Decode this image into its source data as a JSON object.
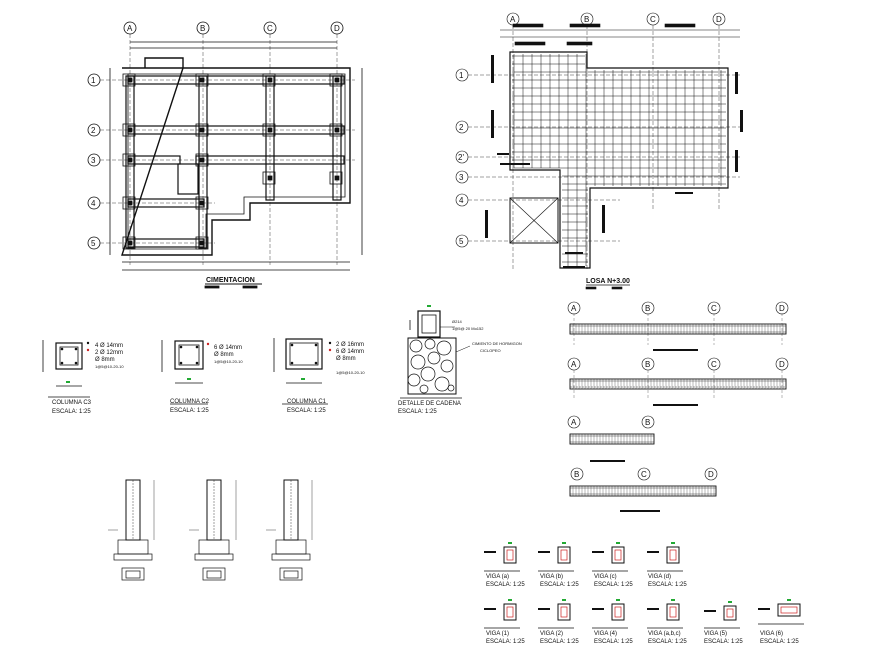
{
  "colors": {
    "ink": "#111111",
    "accent_red": "#cc2222",
    "accent_green": "#22aa33",
    "bg": "#ffffff"
  },
  "foundation_plan": {
    "title": "CIMENTACION",
    "grid_columns": [
      "A",
      "B",
      "C",
      "D"
    ],
    "grid_rows": [
      "1",
      "2",
      "3",
      "4",
      "5"
    ]
  },
  "slab_plan": {
    "title": "LOSA N+3.00",
    "grid_columns": [
      "A",
      "B",
      "C",
      "D"
    ],
    "grid_rows": [
      "1",
      "2",
      "2'",
      "3",
      "4",
      "5"
    ]
  },
  "columns": [
    {
      "title": "COLUMNA C3",
      "scale": "ESCALA:  1:25",
      "specs": [
        "4 Ø 14mm",
        "2 Ø 12mm",
        "Ø 8mm",
        "1@5@10-20-10"
      ]
    },
    {
      "title": "COLUMNA C2",
      "scale": "ESCALA:  1:25",
      "specs": [
        "6 Ø 14mm",
        "Ø 8mm",
        "1@5@10-20-10"
      ]
    },
    {
      "title": "COLUMNA C1",
      "scale": "ESCALA:  1:25",
      "specs": [
        "2 Ø 16mm",
        "6 Ø 14mm",
        "Ø 8mm",
        "1@5@10-20-10"
      ]
    }
  ],
  "chain_detail": {
    "title": "DETALLE DE CADENA",
    "scale": "ESCALA:          1:25",
    "note1": "Ø214",
    "note2": "1@5@ 20 Mo152",
    "note3": "CIMIENTO DE HORMIGON",
    "note4": "CICLOPEO"
  },
  "beam_elevations": [
    {
      "axes": [
        "A",
        "B",
        "C",
        "D"
      ]
    },
    {
      "axes": [
        "A",
        "B",
        "C",
        "D"
      ]
    },
    {
      "axes": [
        "A",
        "B"
      ]
    },
    {
      "axes": [
        "B",
        "C",
        "D"
      ]
    }
  ],
  "beam_sections_row1": [
    {
      "title": "VIGA (a)",
      "scale": "ESCALA:   1:25"
    },
    {
      "title": "VIGA (b)",
      "scale": "ESCALA:   1:25"
    },
    {
      "title": "VIGA (c)",
      "scale": "ESCALA:   1:25"
    },
    {
      "title": "VIGA (d)",
      "scale": "ESCALA:   1:25"
    }
  ],
  "beam_sections_row2": [
    {
      "title": "VIGA (1)",
      "scale": "ESCALA:   1:25"
    },
    {
      "title": "VIGA (2)",
      "scale": "ESCALA:   1:25"
    },
    {
      "title": "VIGA (4)",
      "scale": "ESCALA:   1:25"
    },
    {
      "title": "VIGA (a,b,c)",
      "scale": "ESCALA:   1:25"
    },
    {
      "title": "VIGA (5)",
      "scale": "ESCALA:   1:25"
    },
    {
      "title": "VIGA (6)",
      "scale": "ESCALA:   1:25"
    }
  ]
}
